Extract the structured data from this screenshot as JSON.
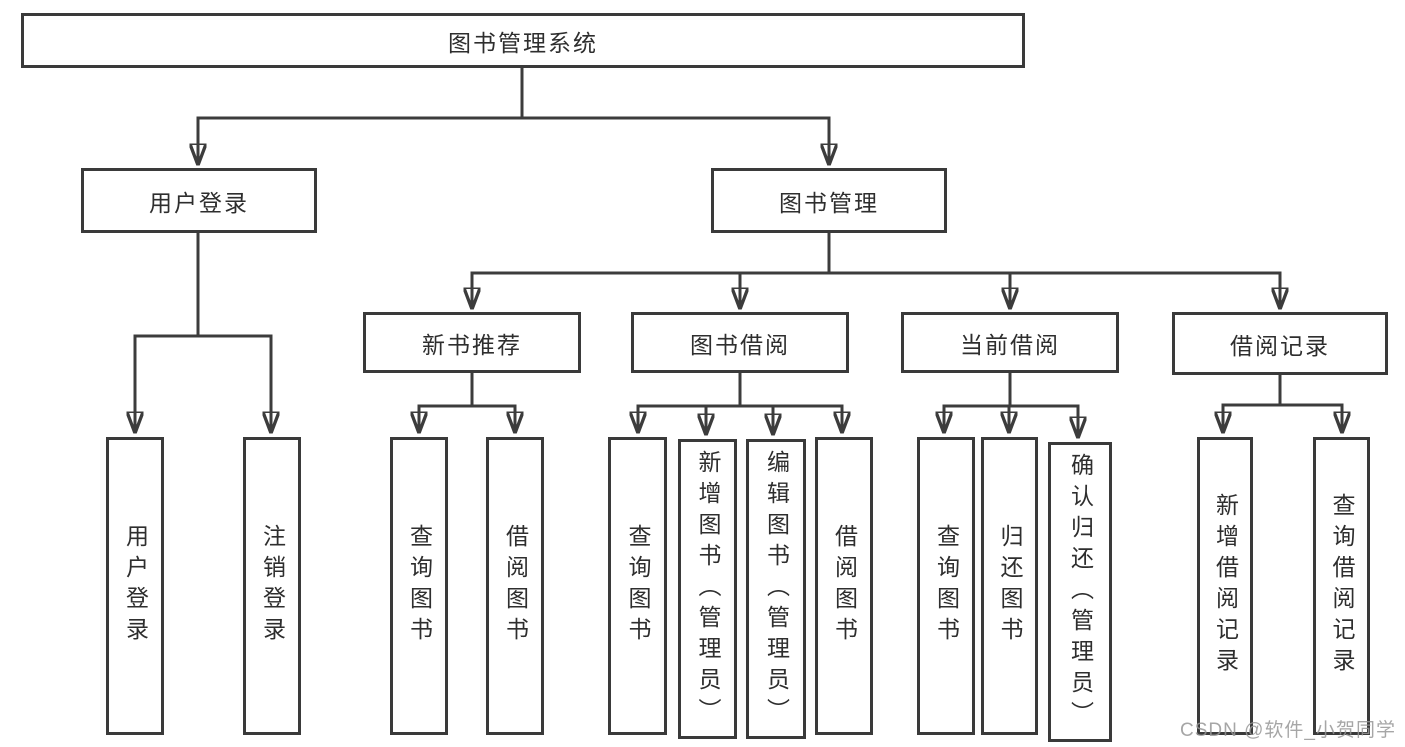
{
  "diagram": {
    "root": {
      "label": "图书管理系统"
    },
    "branches": [
      {
        "label": "用户登录",
        "children": [
          {
            "label": "用户登录"
          },
          {
            "label": "注销登录"
          }
        ]
      },
      {
        "label": "图书管理",
        "children": [
          {
            "label": "新书推荐",
            "children": [
              {
                "label": "查询图书"
              },
              {
                "label": "借阅图书"
              }
            ]
          },
          {
            "label": "图书借阅",
            "children": [
              {
                "label": "查询图书"
              },
              {
                "label": "新增图书（管理员）"
              },
              {
                "label": "编辑图书（管理员）"
              },
              {
                "label": "借阅图书"
              }
            ]
          },
          {
            "label": "当前借阅",
            "children": [
              {
                "label": "查询图书"
              },
              {
                "label": "归还图书"
              },
              {
                "label": "确认归还（管理员）"
              }
            ]
          },
          {
            "label": "借阅记录",
            "children": [
              {
                "label": "新增借阅记录"
              },
              {
                "label": "查询借阅记录"
              }
            ]
          }
        ]
      }
    ]
  },
  "watermark": {
    "text": "CSDN @软件_小贺同学"
  },
  "colors": {
    "line": "#3c3c3c",
    "border": "#3a3a3a",
    "text": "#2e2e2e",
    "watermark": "#969696"
  }
}
